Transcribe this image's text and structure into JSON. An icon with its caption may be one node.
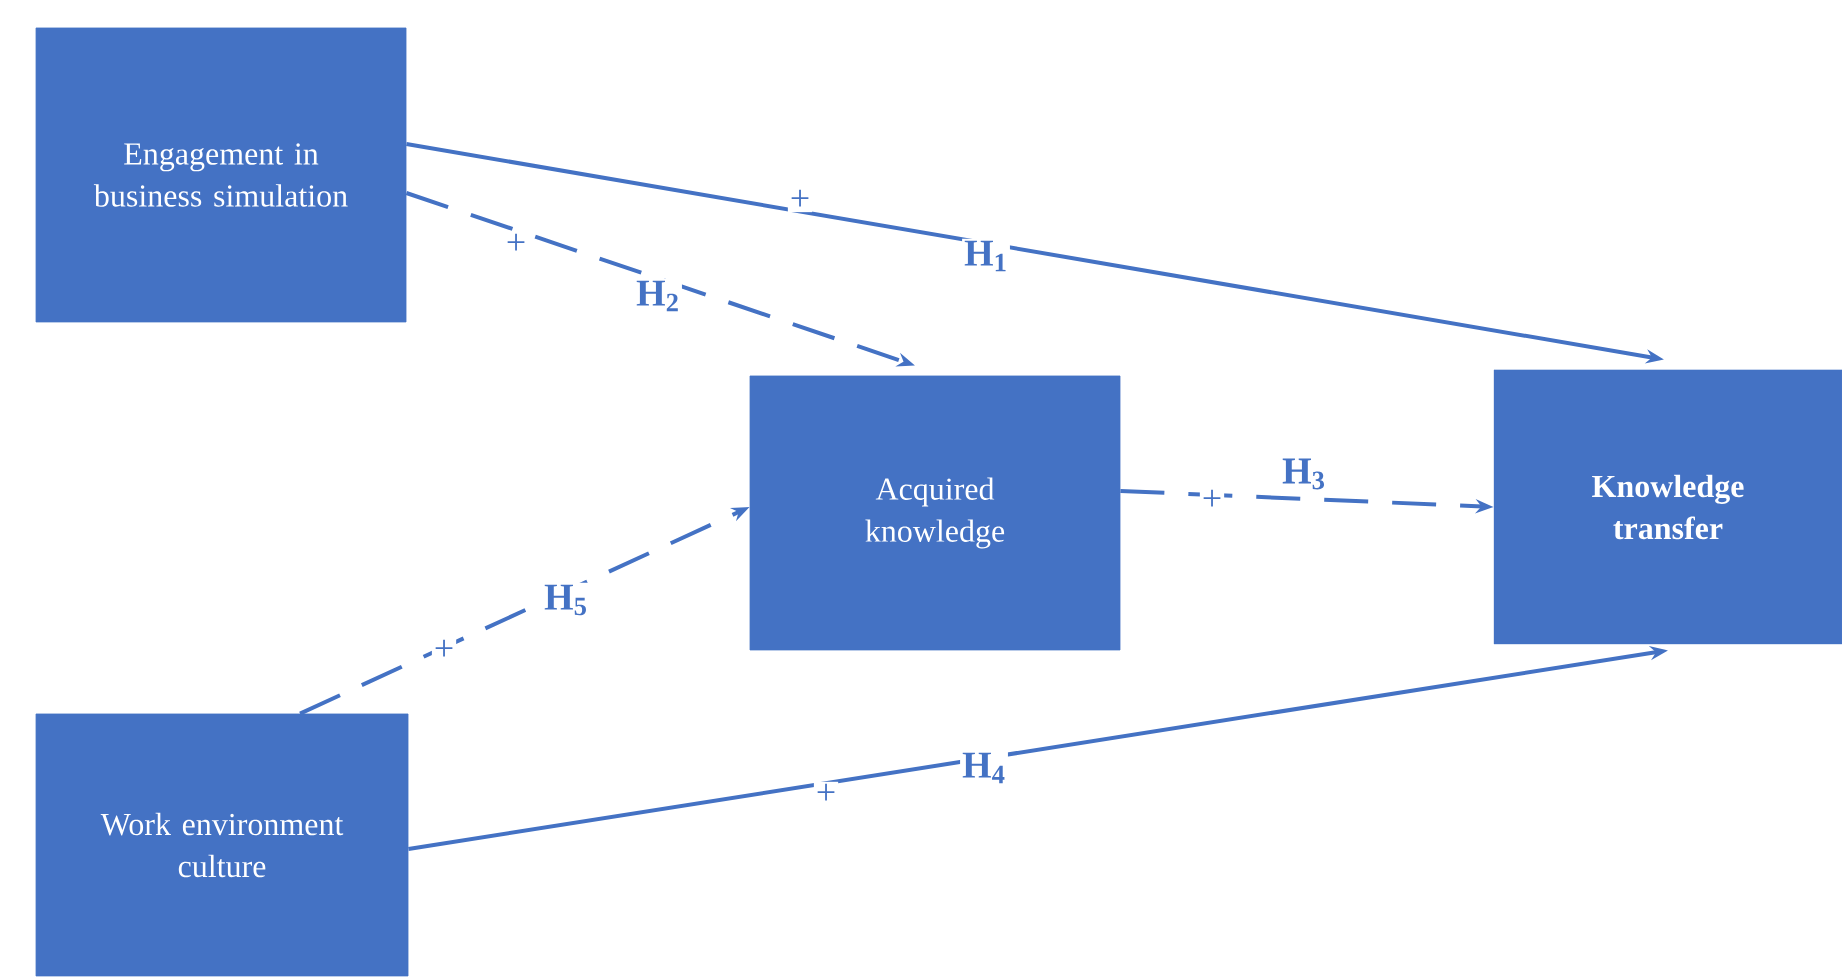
{
  "diagram": {
    "nodes": [
      {
        "text": [
          "Engagement in business simulation"
        ]
      },
      {
        "text": [
          "Acquired knowledge"
        ]
      },
      {
        "text": [
          "Knowledge transfer"
        ]
      },
      {
        "text": [
          "Work environment culture"
        ]
      }
    ],
    "edges": [
      {
        "from": 0,
        "to": 2,
        "arrow": "to",
        "label": "+"
      },
      {
        "from": 0,
        "to": 1,
        "arrow": "to",
        "label": "+",
        "style": "dashed"
      },
      {
        "from": 1,
        "to": 2,
        "arrow": "to",
        "label": "+",
        "style": "dashed"
      },
      {
        "from": 3,
        "to": 2,
        "arrow": "to",
        "label": "+"
      },
      {
        "from": 3,
        "to": 1,
        "arrow": "to",
        "label": "+",
        "style": "dashed"
      }
    ],
    "labels": [
      "H$_{1}$",
      "H$_{2}$",
      "H$_{3}$",
      "H$_{4}$",
      "H$_{5}$"
    ]
  }
}
